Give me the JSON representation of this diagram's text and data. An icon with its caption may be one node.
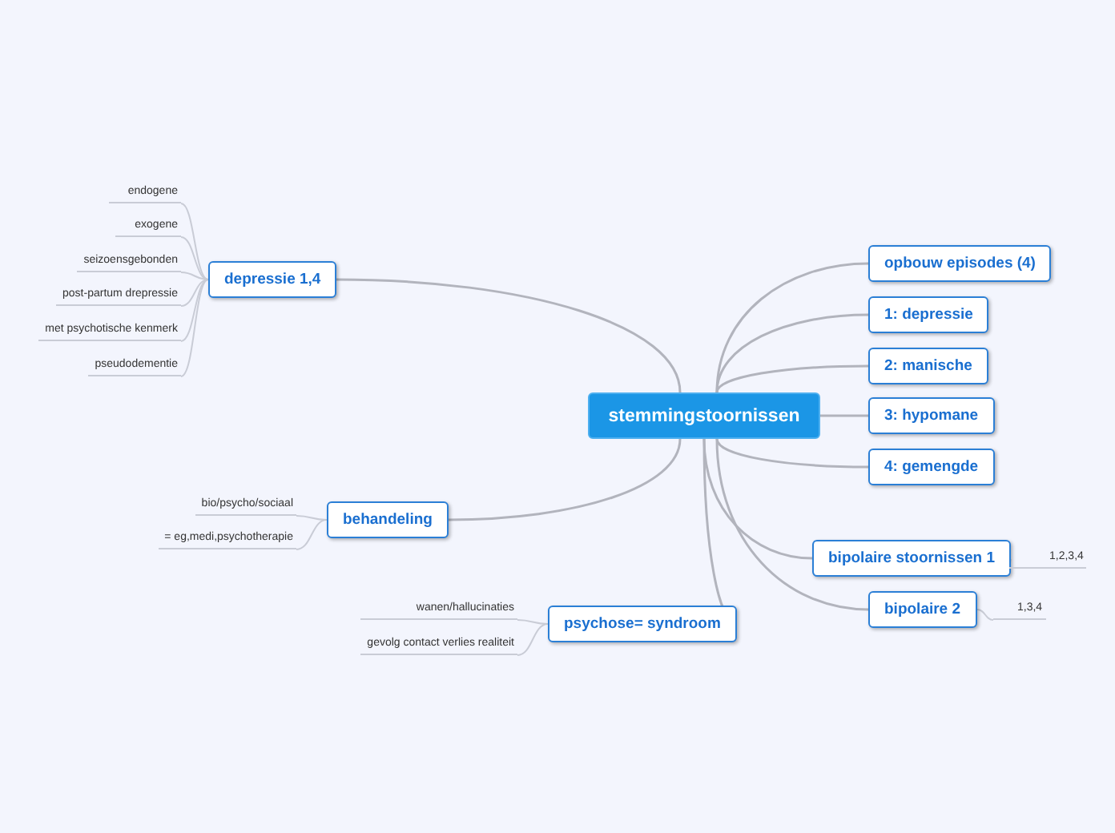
{
  "diagram": {
    "nodes": [
      {
        "text": [
          "stemmingstoornissen"
        ]
      },
      {
        "text": [
          "opbouw episodes (4)"
        ]
      },
      {
        "text": [
          "1: depressie"
        ]
      },
      {
        "text": [
          "2: manische"
        ]
      },
      {
        "text": [
          "3: hypomane"
        ]
      },
      {
        "text": [
          "4: gemengde"
        ]
      },
      {
        "text": [
          "bipolaire stoornissen 1"
        ]
      },
      {
        "text": [
          "1,2,3,4"
        ]
      },
      {
        "text": [
          "bipolaire 2"
        ]
      },
      {
        "text": [
          "1,3,4"
        ]
      },
      {
        "text": [
          "depressie 1,4"
        ]
      },
      {
        "text": [
          "endogene"
        ]
      },
      {
        "text": [
          "exogene"
        ]
      },
      {
        "text": [
          "seizoensgebonden"
        ]
      },
      {
        "text": [
          "post-partum drepressie"
        ]
      },
      {
        "text": [
          "met psychotische kenmerk"
        ]
      },
      {
        "text": [
          "pseudodementie"
        ]
      },
      {
        "text": [
          "behandeling"
        ]
      },
      {
        "text": [
          "bio/psycho/sociaal"
        ]
      },
      {
        "text": [
          "= eg,medi,psychotherapie"
        ]
      },
      {
        "text": [
          "psychose= syndroom"
        ]
      },
      {
        "text": [
          "wanen/hallucinaties"
        ]
      },
      {
        "text": [
          "gevolg contact verlies realiteit"
        ]
      }
    ],
    "edges": [
      {
        "from": 0,
        "to": 1,
        "arrow": "none"
      },
      {
        "from": 0,
        "to": 2,
        "arrow": "none"
      },
      {
        "from": 0,
        "to": 3,
        "arrow": "none"
      },
      {
        "from": 0,
        "to": 4,
        "arrow": "none"
      },
      {
        "from": 0,
        "to": 5,
        "arrow": "none"
      },
      {
        "from": 0,
        "to": 6,
        "arrow": "none"
      },
      {
        "from": 6,
        "to": 7,
        "arrow": "none"
      },
      {
        "from": 0,
        "to": 8,
        "arrow": "none"
      },
      {
        "from": 8,
        "to": 9,
        "arrow": "none"
      },
      {
        "from": 0,
        "to": 10,
        "arrow": "none"
      },
      {
        "from": 10,
        "to": 11,
        "arrow": "none"
      },
      {
        "from": 10,
        "to": 12,
        "arrow": "none"
      },
      {
        "from": 10,
        "to": 13,
        "arrow": "none"
      },
      {
        "from": 10,
        "to": 14,
        "arrow": "none"
      },
      {
        "from": 10,
        "to": 15,
        "arrow": "none"
      },
      {
        "from": 10,
        "to": 16,
        "arrow": "none"
      },
      {
        "from": 0,
        "to": 17,
        "arrow": "none"
      },
      {
        "from": 17,
        "to": 18,
        "arrow": "none"
      },
      {
        "from": 17,
        "to": 19,
        "arrow": "none"
      },
      {
        "from": 0,
        "to": 20,
        "arrow": "none"
      },
      {
        "from": 20,
        "to": 21,
        "arrow": "none"
      },
      {
        "from": 20,
        "to": 22,
        "arrow": "none"
      }
    ]
  }
}
